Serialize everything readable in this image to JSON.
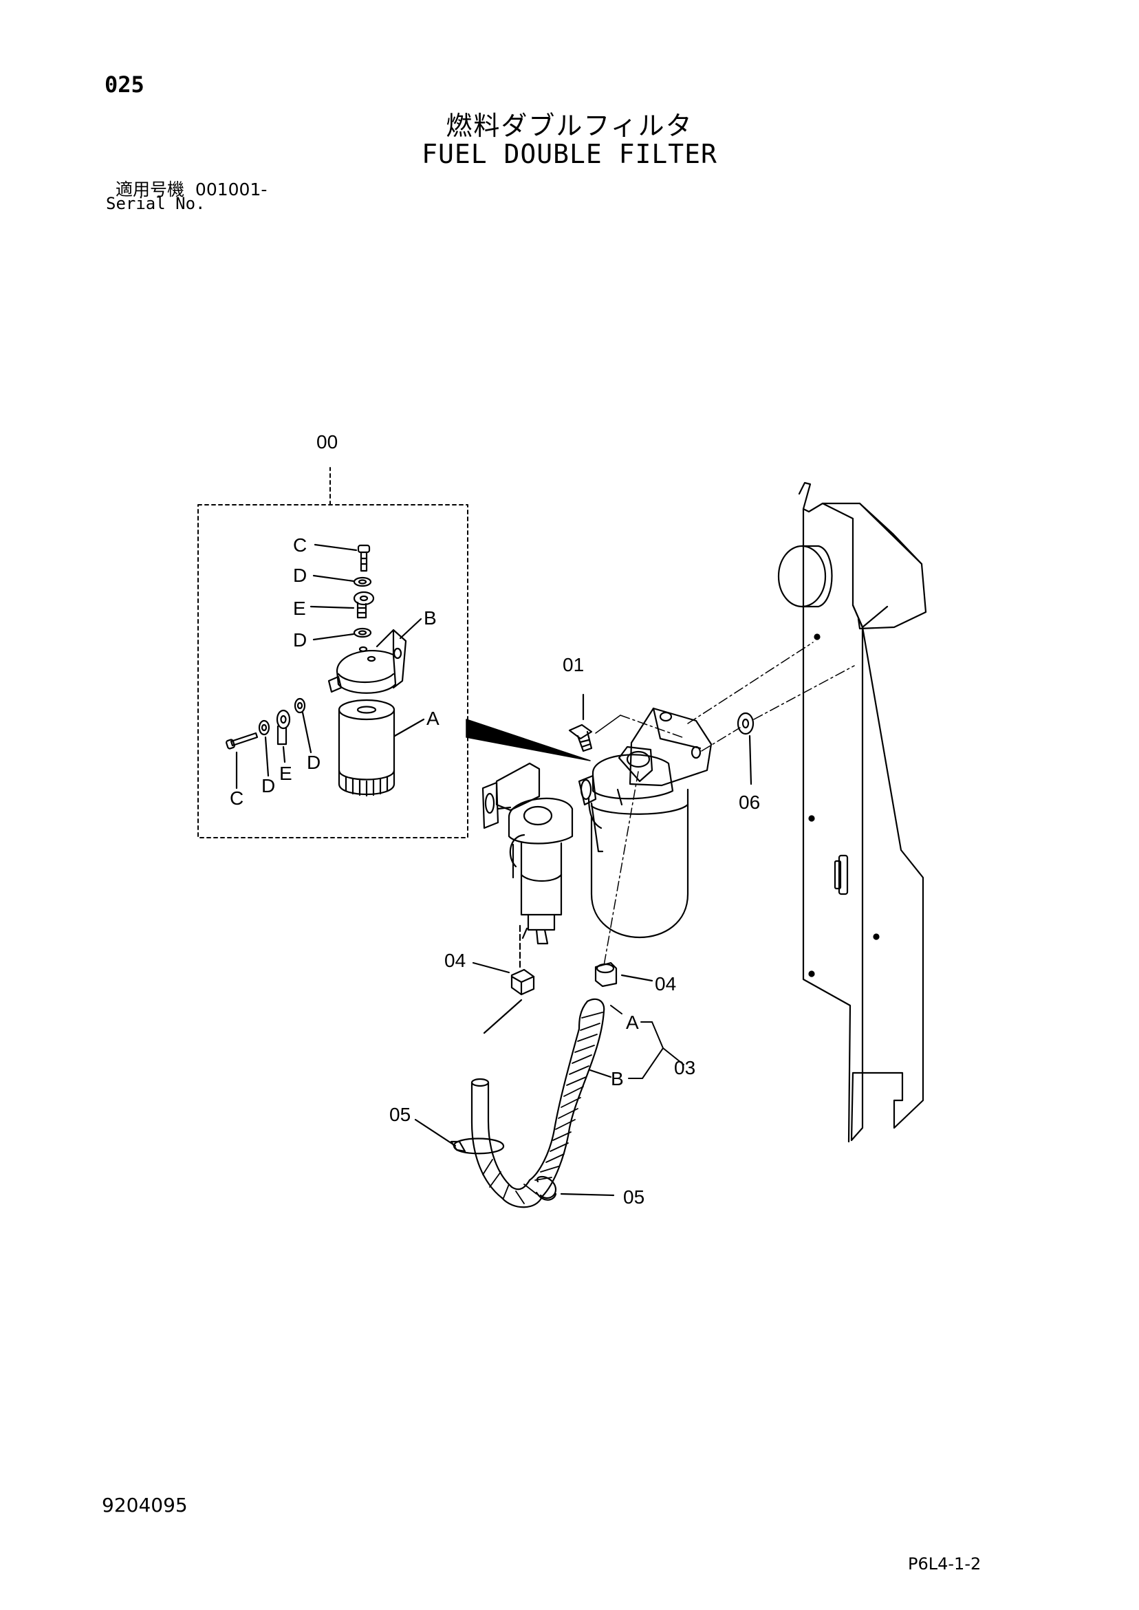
{
  "header": {
    "page_number": "025",
    "title_jp": "燃料ダブルフィルタ",
    "title_en": "FUEL DOUBLE FILTER",
    "serial_label_jp": "適用号機",
    "serial_value": "001001-",
    "serial_label_en": "Serial No."
  },
  "callouts": {
    "assembly": "00",
    "bolt": "01",
    "hose": "03",
    "nut_left": "04",
    "nut_right": "04",
    "clamp_left": "05",
    "clamp_bottom": "05",
    "washer": "06",
    "hose_part_a": "A",
    "hose_part_b": "B"
  },
  "detail_labels": {
    "c_top": "C",
    "d_top": "D",
    "e_top": "E",
    "d_mid": "D",
    "b": "B",
    "a": "A",
    "c_bottom": "C",
    "d_bottom": "D",
    "e_bottom": "E",
    "d_right": "D"
  },
  "footer": {
    "doc_id": "9204095",
    "page_ref": "P6L4-1-2"
  }
}
